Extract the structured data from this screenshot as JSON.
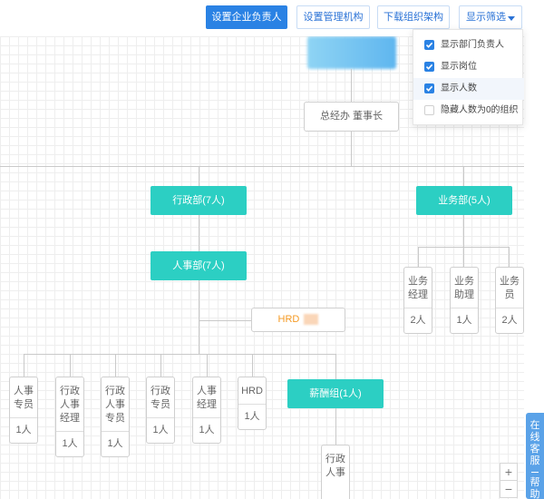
{
  "toolbar": {
    "set_owner_label": "设置企业负责人",
    "set_admin_org_label": "设置管理机构",
    "download_label": "下载组织架构",
    "filter_label": "显示筛选"
  },
  "filter_menu": {
    "items": [
      {
        "label": "显示部门负责人",
        "checked": true
      },
      {
        "label": "显示岗位",
        "checked": true
      },
      {
        "label": "显示人数",
        "checked": true
      },
      {
        "label": "隐藏人数为0的组织",
        "checked": false
      }
    ]
  },
  "chart": {
    "root_title": "总经办 董事长",
    "dept_admin": "行政部(7人)",
    "dept_business": "业务部(5人)",
    "dept_hr": "人事部(7人)",
    "hrd_label": "HRD",
    "salary_group": "薪酬组(1人)",
    "business_positions": [
      {
        "title": "业务经理",
        "count": "2人"
      },
      {
        "title": "业务助理",
        "count": "1人"
      },
      {
        "title": "业务员",
        "count": "2人"
      }
    ],
    "hr_positions": [
      {
        "title": "人事专员",
        "count": "1人"
      },
      {
        "title": "行政人事经理",
        "count": "1人"
      },
      {
        "title": "行政人事专员",
        "count": "1人"
      },
      {
        "title": "行政专员",
        "count": "1人"
      },
      {
        "title": "人事经理",
        "count": "1人"
      },
      {
        "title": "HRD",
        "count": "1人"
      }
    ],
    "salary_position": "行政人事"
  },
  "side_tab": {
    "label_top": "在线客服",
    "label_bottom": "帮助文"
  },
  "zoom": {
    "in": "+",
    "out": "−"
  },
  "colors": {
    "primary": "#2a82e4",
    "node": "#2ccfc3",
    "accent_orange": "#f59a23"
  }
}
